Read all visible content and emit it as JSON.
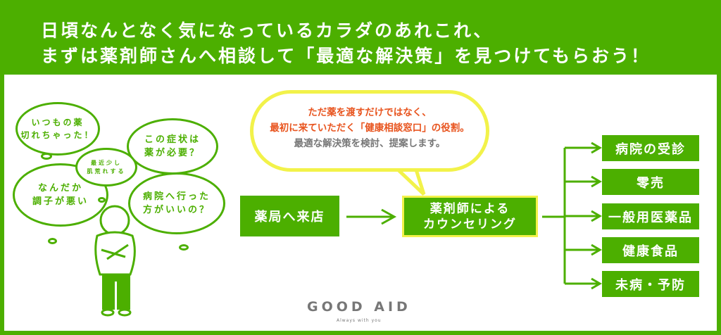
{
  "header": {
    "line1": "日頃なんとなく気になっているカラダのあれこれ、",
    "line2": "まずは薬剤師さんへ相談して「最適な解決策」を見つけてもらおう！"
  },
  "thoughts": {
    "a1": "いつもの薬",
    "a2": "切れちゃった！",
    "b1": "この症状は",
    "b2": "薬が必要？",
    "c1": "最近少し",
    "c2": "肌荒れする",
    "d1": "なんだか",
    "d2": "調子が悪い",
    "e1": "病院へ行った",
    "e2": "方がいいの？"
  },
  "speech": {
    "line1": "ただ薬を渡すだけではなく、",
    "line2": "最初に来ていただく「健康相談窓口」の役割。",
    "line3": "最適な解決策を検討、提案します。"
  },
  "flow": {
    "visit": "薬局へ来店",
    "counsel1": "薬剤師による",
    "counsel2": "カウンセリング"
  },
  "outcomes": [
    "病院の受診",
    "零売",
    "一般用医薬品",
    "健康食品",
    "未病・予防"
  ],
  "logo": {
    "name": "GOOD AID",
    "tagline": "Always with you"
  },
  "colors": {
    "green": "#4caf00",
    "orange": "#e8541e",
    "yellow": "#f2f24a"
  }
}
